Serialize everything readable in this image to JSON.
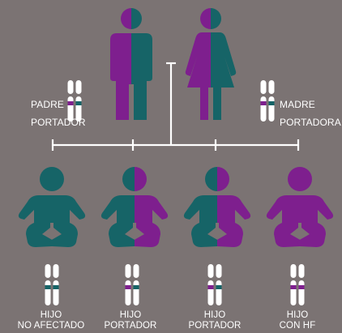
{
  "colors": {
    "background": "#7b7373",
    "dominant_allele": "#7e1f8e",
    "normal_allele": "#166467",
    "chromosome": "#ffffff",
    "connector": "#ffffff"
  },
  "parents": {
    "father": {
      "label_line1": "PADRE",
      "label_line2": "PORTADOR",
      "icon": "male-figure-icon",
      "genotype": "carrier"
    },
    "mother": {
      "label_line1": "MADRE",
      "label_line2": "PORTADORA",
      "icon": "female-figure-icon",
      "genotype": "carrier"
    }
  },
  "children": [
    {
      "label_line1": "HIJO",
      "label_line2": "NO AFECTADO",
      "genotype": "unaffected"
    },
    {
      "label_line1": "HIJO",
      "label_line2": "PORTADOR",
      "genotype": "carrier"
    },
    {
      "label_line1": "HIJO",
      "label_line2": "PORTADOR",
      "genotype": "carrier"
    },
    {
      "label_line1": "HIJO",
      "label_line2": "CON HF",
      "genotype": "affected"
    }
  ]
}
